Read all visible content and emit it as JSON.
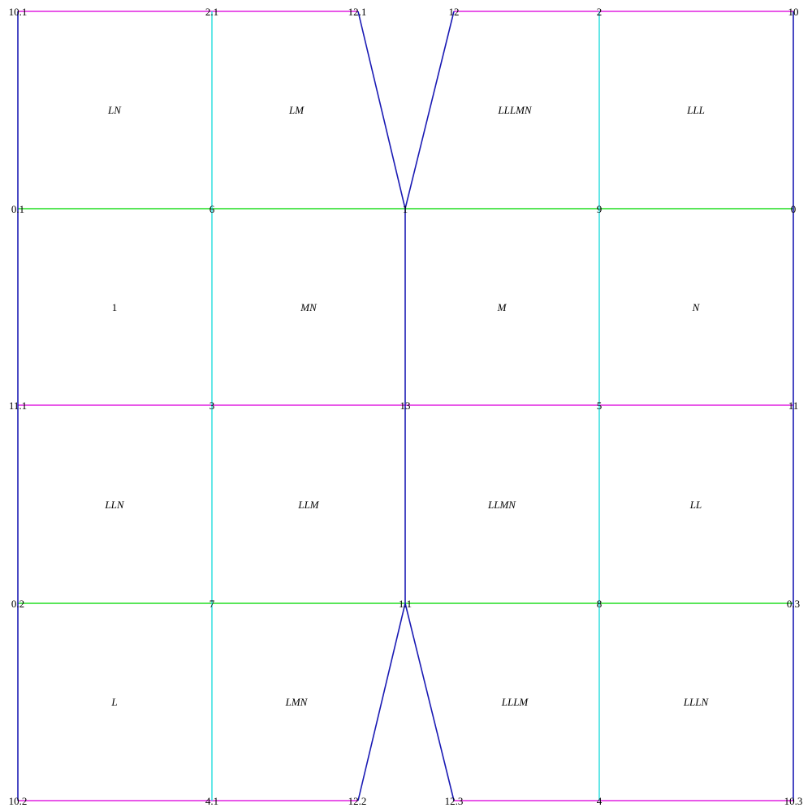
{
  "colors": {
    "magenta": "#e020e0",
    "green": "#22dd22",
    "cyan": "#22dddd",
    "blue": "#1a1ab4",
    "background": "#ffffff",
    "text": "#000000"
  },
  "vertices": {
    "10.1": "10.1",
    "2.1": "2.1",
    "12.1": "12.1",
    "12": "12",
    "2": "2",
    "10": "10",
    "0.1": "0.1",
    "6": "6",
    "1": "1",
    "9": "9",
    "0": "0",
    "11.1": "11.1",
    "3": "3",
    "13": "13",
    "5": "5",
    "11": "11",
    "0.2": "0.2",
    "7": "7",
    "1.1": "1.1",
    "8": "8",
    "0.3": "0.3",
    "10.2": "10.2",
    "4.1": "4.1",
    "12.2": "12.2",
    "12.3": "12.3",
    "4": "4",
    "10.3": "10.3"
  },
  "faces": {
    "LN": "LN",
    "LM": "LM",
    "LLLMN": "LLLMN",
    "LLL": "LLL",
    "1": "1",
    "MN": "MN",
    "M": "M",
    "N": "N",
    "LLN": "LLN",
    "LLM": "LLM",
    "LLMN": "LLMN",
    "LL": "LL",
    "L": "L",
    "LMN": "LMN",
    "LLLM": "LLLM",
    "LLLN": "LLLN"
  }
}
